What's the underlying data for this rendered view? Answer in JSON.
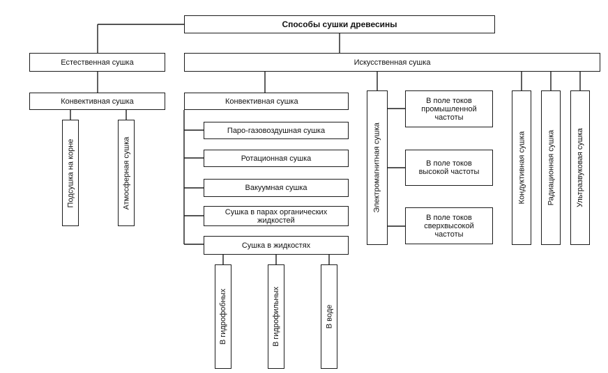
{
  "diagram": {
    "root": "Способы сушки древесины",
    "natural": {
      "label": "Естественная сушка",
      "convective": "Конвективная сушка",
      "children": [
        "Подсушка на корне",
        "Атмосферная сушка"
      ]
    },
    "artificial": {
      "label": "Искусственная сушка",
      "convective": {
        "label": "Конвективная сушка",
        "children": [
          "Паро-газовоздушная сушка",
          "Ротационная сушка",
          "Вакуумная сушка",
          "Сушка в парах органических\nжидкостей",
          "Сушка в жидкостях"
        ],
        "liquids": [
          "В гидрофобных",
          "В гидрофильных",
          "В воде"
        ]
      },
      "electromagnetic": {
        "label": "Электромагнитная сушка",
        "children": [
          "В поле токов\nпромышленной\nчастоты",
          "В поле токов\nвысокой частоты",
          "В поле токов\nсверхвысокой\nчастоты"
        ]
      },
      "others": [
        "Кондуктивная сушка",
        "Радиационная сушка",
        "Ультразвуковая сушка"
      ]
    }
  }
}
